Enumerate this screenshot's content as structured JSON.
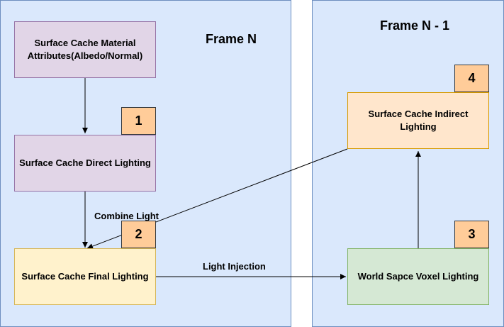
{
  "frames": {
    "left_title": "Frame N",
    "right_title": "Frame N - 1"
  },
  "nodes": {
    "material": "Surface Cache Material Attributes(Albedo/Normal)",
    "direct": "Surface Cache Direct Lighting",
    "final": "Surface Cache Final Lighting",
    "indirect": "Surface Cache Indirect Lighting",
    "voxel": "World Sapce Voxel Lighting"
  },
  "badges": {
    "direct": "1",
    "final": "2",
    "voxel": "3",
    "indirect": "4"
  },
  "edge_labels": {
    "combine": "Combine Light",
    "injection": "Light Injection"
  }
}
